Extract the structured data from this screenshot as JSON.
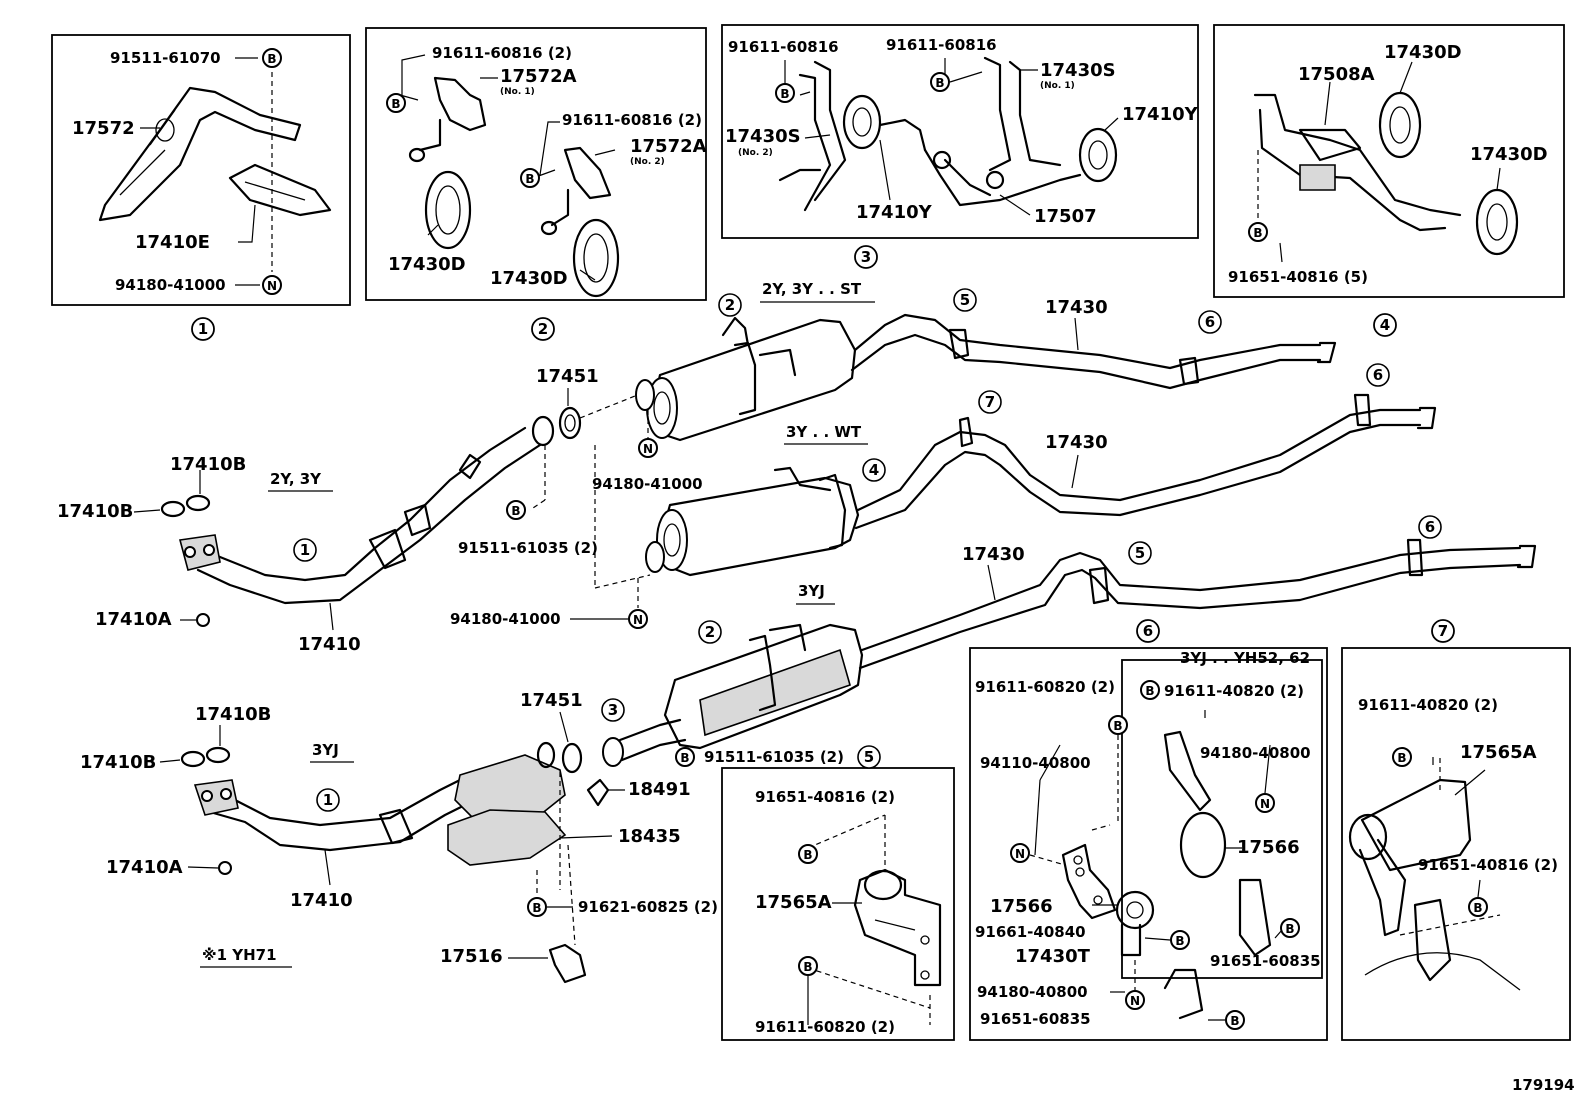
{
  "diagram_id": "179194",
  "insets": [
    {
      "id": "1",
      "labels": [
        "91511-61070",
        "17572",
        "17410E",
        "94180-41000"
      ]
    },
    {
      "id": "2",
      "labels": [
        "91611-60816 (2)",
        "17572A",
        "(No. 1)",
        "91611-60816 (2)",
        "17572A",
        "(No. 2)",
        "17430D",
        "17430D"
      ]
    },
    {
      "id": "3",
      "labels": [
        "91611-60816",
        "91611-60816",
        "17430S",
        "(No. 1)",
        "17430S",
        "(No. 2)",
        "17410Y",
        "17410Y",
        "17507"
      ]
    },
    {
      "id": "4",
      "labels": [
        "17430D",
        "17508A",
        "17430D",
        "91651-40816 (5)"
      ]
    },
    {
      "id": "5",
      "labels": [
        "91651-40816 (2)",
        "17565A",
        "91611-60820 (2)"
      ]
    },
    {
      "id": "6",
      "labels": [
        "3YJ . . YH52, 62",
        "91611-60820 (2)",
        "91611-40820 (2)",
        "94180-40800",
        "94110-40800",
        "17566",
        "17566",
        "91661-40840",
        "17430T",
        "94180-40800",
        "91651-60835",
        "91651-60835"
      ]
    },
    {
      "id": "7",
      "labels": [
        "91611-40820 (2)",
        "17565A",
        "91651-40816 (2)"
      ]
    }
  ],
  "main_labels": {
    "variant_2y3y_st": "2Y, 3Y . . ST",
    "variant_3y_wt": "3Y . . WT",
    "variant_3yj": "3YJ",
    "variant_2y3y": "2Y, 3Y",
    "variant_3yj_front": "3YJ",
    "note_yh71": "※1 YH71",
    "p17430_a": "17430",
    "p17430_b": "17430",
    "p17430_c": "17430",
    "p17451_a": "17451",
    "p17451_b": "17451",
    "p17410b_1": "17410B",
    "p17410b_2": "17410B",
    "p17410b_3": "17410B",
    "p17410b_4": "17410B",
    "p17410a_1": "17410A",
    "p17410a_2": "17410A",
    "p17410_1": "17410",
    "p17410_2": "17410",
    "p94180_a": "94180-41000",
    "p94180_b": "94180-41000",
    "p91511_a": "91511-61035 (2)",
    "p91511_b": "91511-61035 (2)",
    "p18491": "18491",
    "p18435": "18435",
    "p91621": "91621-60825 (2)",
    "p17516": "17516"
  },
  "marker_letters": {
    "bolt": "B",
    "nut": "N"
  }
}
